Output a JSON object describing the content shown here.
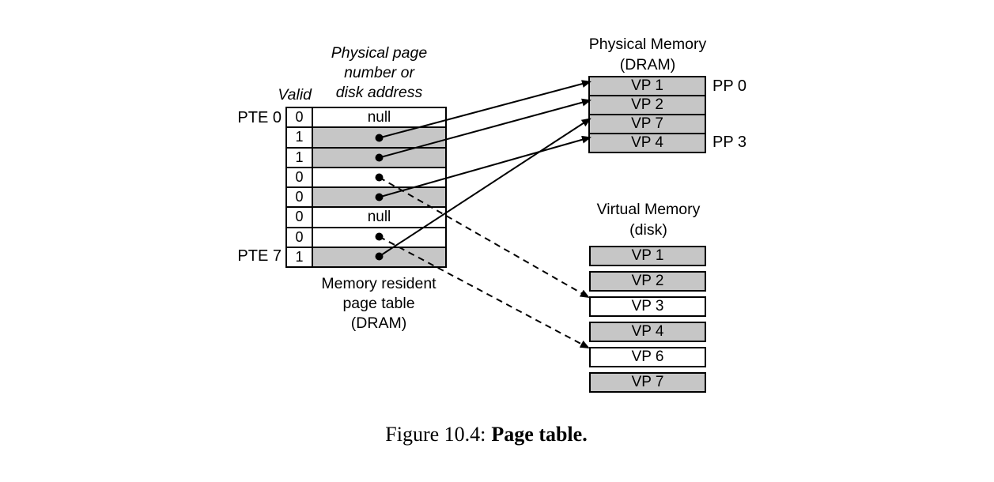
{
  "figure": {
    "caption_prefix": "Figure 10.4:",
    "caption_title": "Page table."
  },
  "page_table": {
    "column_header_lines": [
      "Physical page",
      "number or",
      "disk address"
    ],
    "valid_header": "Valid",
    "row_label_first": "PTE 0",
    "row_label_last": "PTE 7",
    "footer_lines": [
      "Memory resident",
      "page table",
      "(DRAM)"
    ],
    "rows": [
      {
        "pte": 0,
        "valid": "0",
        "content": "null",
        "shaded": false
      },
      {
        "pte": 1,
        "valid": "1",
        "content": "pointer",
        "shaded": true
      },
      {
        "pte": 2,
        "valid": "1",
        "content": "pointer",
        "shaded": true
      },
      {
        "pte": 3,
        "valid": "0",
        "content": "pointer",
        "shaded": false
      },
      {
        "pte": 4,
        "valid": "0",
        "content": "pointer",
        "shaded": true
      },
      {
        "pte": 5,
        "valid": "0",
        "content": "null",
        "shaded": false
      },
      {
        "pte": 6,
        "valid": "0",
        "content": "pointer",
        "shaded": false
      },
      {
        "pte": 7,
        "valid": "1",
        "content": "pointer",
        "shaded": true
      }
    ]
  },
  "physical_memory": {
    "title_lines": [
      "Physical Memory",
      "(DRAM)"
    ],
    "rows": [
      {
        "label": "VP 1",
        "side_label": "PP 0",
        "shaded": true
      },
      {
        "label": "VP 2",
        "side_label": "",
        "shaded": true
      },
      {
        "label": "VP 7",
        "side_label": "",
        "shaded": true
      },
      {
        "label": "VP 4",
        "side_label": "PP 3",
        "shaded": true
      }
    ]
  },
  "virtual_memory": {
    "title_lines": [
      "Virtual Memory",
      "(disk)"
    ],
    "rows": [
      {
        "label": "VP 1",
        "shaded": true
      },
      {
        "label": "VP 2",
        "shaded": true
      },
      {
        "label": "VP 3",
        "shaded": false
      },
      {
        "label": "VP 4",
        "shaded": true
      },
      {
        "label": "VP 6",
        "shaded": false
      },
      {
        "label": "VP 7",
        "shaded": true
      }
    ]
  },
  "connections": {
    "solid_to_physical": [
      {
        "from_pte": 1,
        "to_row": 0
      },
      {
        "from_pte": 2,
        "to_row": 1
      },
      {
        "from_pte": 7,
        "to_row": 2
      },
      {
        "from_pte": 4,
        "to_row": 3
      }
    ],
    "dashed_to_disk": [
      {
        "from_pte": 3,
        "to_row": 2
      },
      {
        "from_pte": 6,
        "to_row": 4
      }
    ]
  },
  "colors": {
    "shaded_fill": "#c6c6c6",
    "line": "#000000",
    "background": "#ffffff"
  }
}
